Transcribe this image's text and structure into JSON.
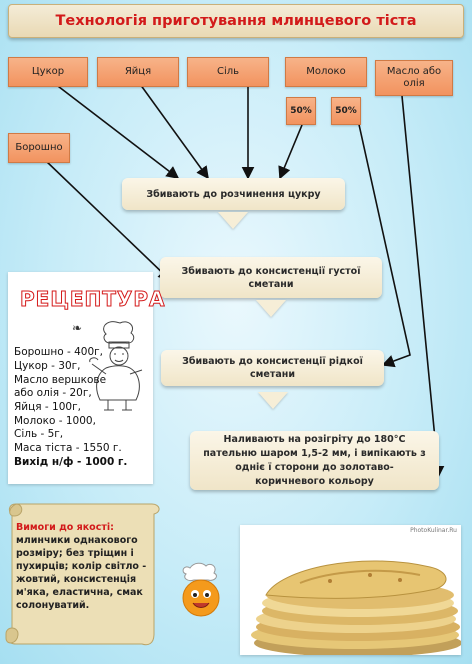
{
  "title": "Технологія приготування млинцевого тіста",
  "ingredients": {
    "sugar": "Цукор",
    "eggs": "Яйця",
    "salt": "Сіль",
    "milk": "Молоко",
    "oil": "Масло або олія",
    "flour": "Борошно"
  },
  "percent_left": "50%",
  "percent_right": "50%",
  "steps": [
    "Збивають до розчинення цукру",
    "Збивають до консистенції густої сметани",
    "Збивають до консистенції рідкої сметани",
    "Наливають на розігріту до 180°С пательню шаром 1,5-2 мм, і випікають з одніє ї сторони до золотаво-коричневого кольору"
  ],
  "recipe": {
    "title": "РЕЦЕПТУРА",
    "fleuron": "❧",
    "lines": [
      "Борошно - 400г,",
      "Цукор - 30г,",
      "Масло вершкове",
      "або олія - 20г,",
      "Яйця - 100г,",
      "Молоко - 1000,",
      "Сіль - 5г,",
      "Маса тіста - 1550 г.",
      "Вихід н/ф - 1000 г."
    ]
  },
  "quality": {
    "title": "Вимоги до якості:",
    "text": "млинчики однакового розміру; без тріщин і пухирців; колір світло - жовтий, консистенція м'яка, еластична, смак солонуватий."
  },
  "photo_credit": "PhotoKulinar.Ru"
}
